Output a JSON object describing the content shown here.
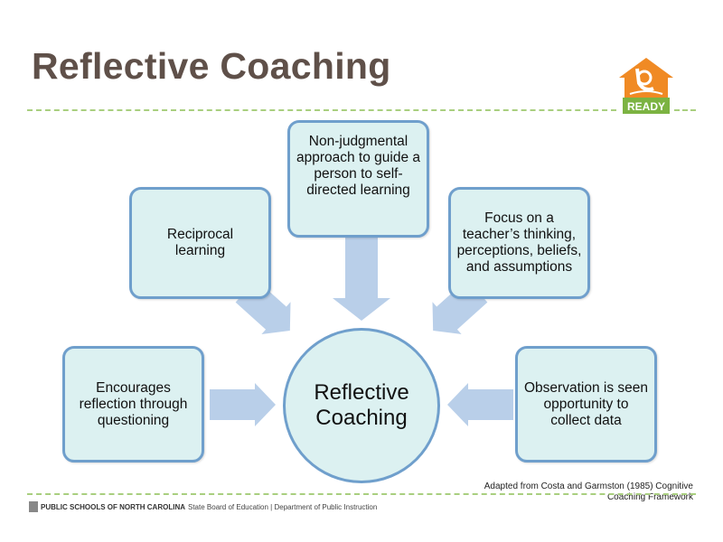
{
  "title": "Reflective Coaching",
  "logo": {
    "text": "READY",
    "colors": {
      "house": "#f08a24",
      "banner": "#7cb342"
    }
  },
  "center": {
    "line1": "Reflective",
    "line2": "Coaching"
  },
  "boxes": {
    "reciprocal": "Reciprocal learning",
    "non_judgmental": "Non-judgmental approach to guide a person to self-directed learning",
    "focus": "Focus on a teacher’s thinking, perceptions, beliefs, and assumptions",
    "encourages": "Encourages reflection through questioning",
    "observation": "Observation is seen opportunity to collect data"
  },
  "credit": "Adapted from Costa and Garmston (1985) Cognitive Coaching Framework",
  "footer": {
    "org": "PUBLIC SCHOOLS OF NORTH CAROLINA",
    "rest": "State Board of Education | Department of Public Instruction"
  },
  "colors": {
    "title": "#5f5049",
    "box_fill": "#dcf1f1",
    "box_border": "#6f9fcc",
    "arrow": "#b9cfe9",
    "dash": "#a9cf7f"
  }
}
